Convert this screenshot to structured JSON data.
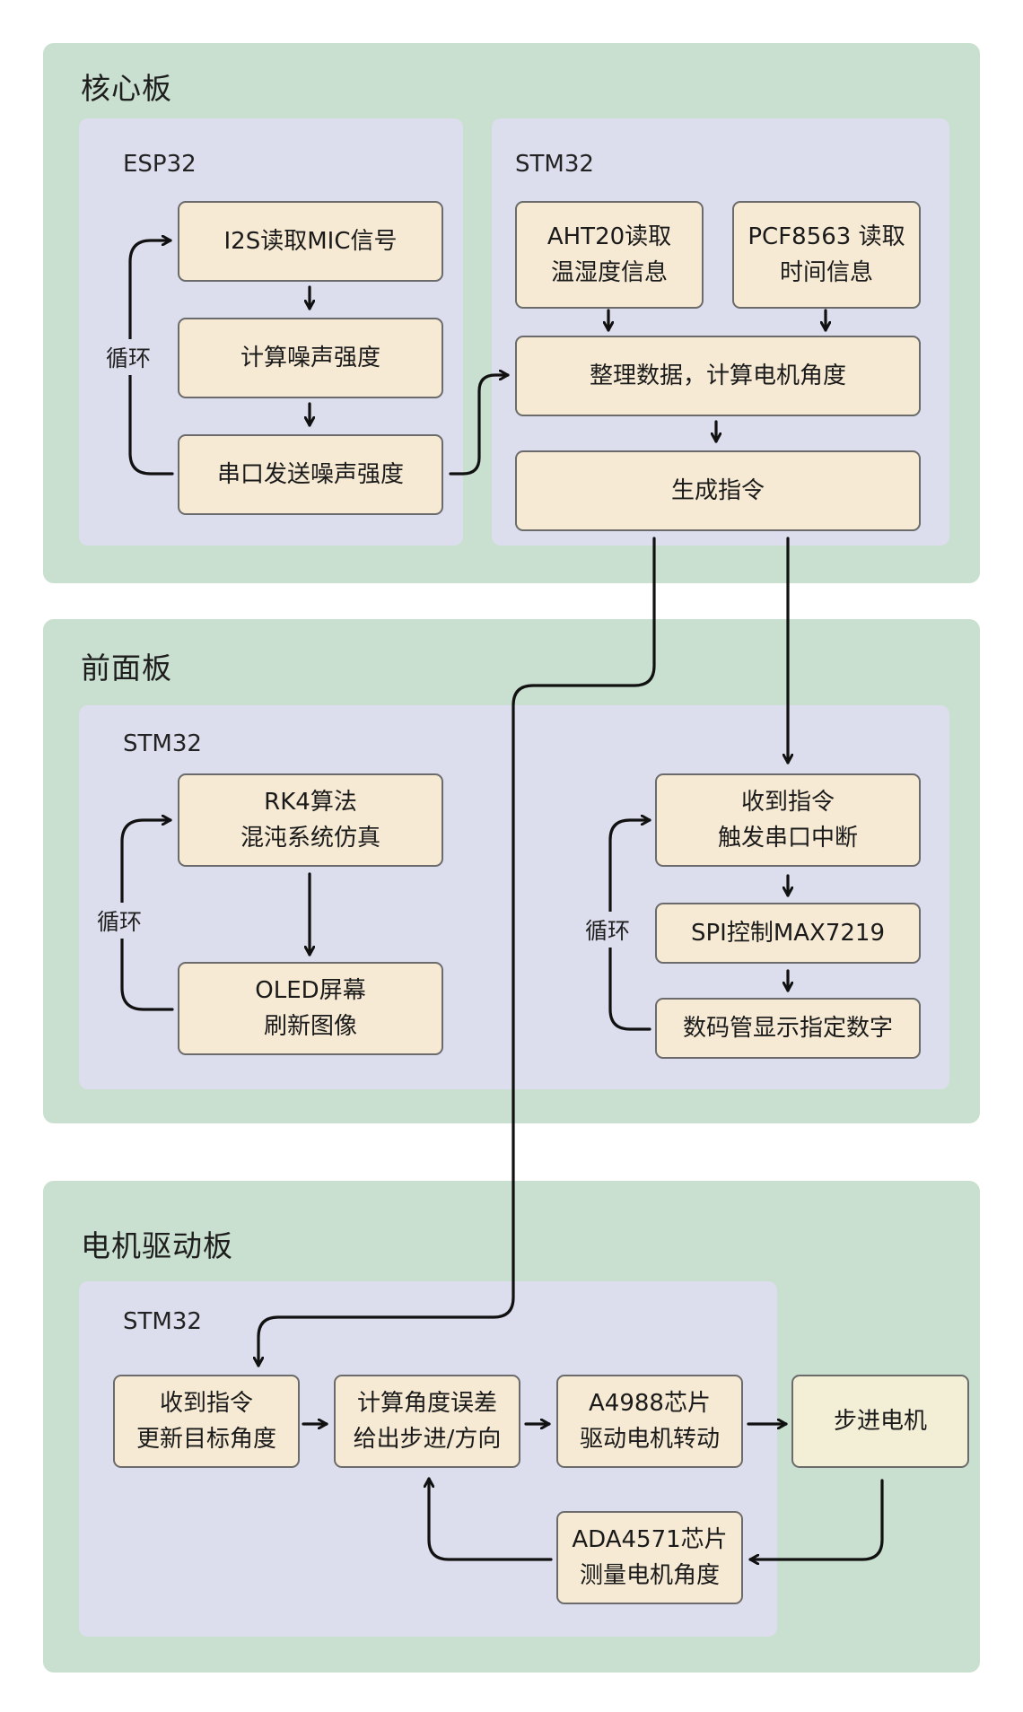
{
  "core_board": {
    "title": "核心板",
    "esp32": {
      "title": "ESP32",
      "loop_label": "循环",
      "nodes": [
        "I2S读取MIC信号",
        "计算噪声强度",
        "串口发送噪声强度"
      ]
    },
    "stm32": {
      "title": "STM32",
      "aht20": [
        "AHT20读取",
        "温湿度信息"
      ],
      "pcf8563": [
        "PCF8563 读取",
        "时间信息"
      ],
      "process": "整理数据，计算电机角度",
      "command": "生成指令"
    }
  },
  "front_board": {
    "title": "前面板",
    "stm32": {
      "title": "STM32",
      "left_loop_label": "循环",
      "rk4": [
        "RK4算法",
        "混沌系统仿真"
      ],
      "oled": [
        "OLED屏幕",
        "刷新图像"
      ],
      "right_loop_label": "循环",
      "receive": [
        "收到指令",
        "触发串口中断"
      ],
      "spi": "SPI控制MAX7219",
      "display": "数码管显示指定数字"
    }
  },
  "motor_board": {
    "title": "电机驱动板",
    "stm32": {
      "title": "STM32",
      "receive": [
        "收到指令",
        "更新目标角度"
      ],
      "error": [
        "计算角度误差",
        "给出步进/方向"
      ],
      "a4988": [
        "A4988芯片",
        "驱动电机转动"
      ],
      "ada4571": [
        "ADA4571芯片",
        "测量电机角度"
      ]
    },
    "motor": "步进电机"
  }
}
